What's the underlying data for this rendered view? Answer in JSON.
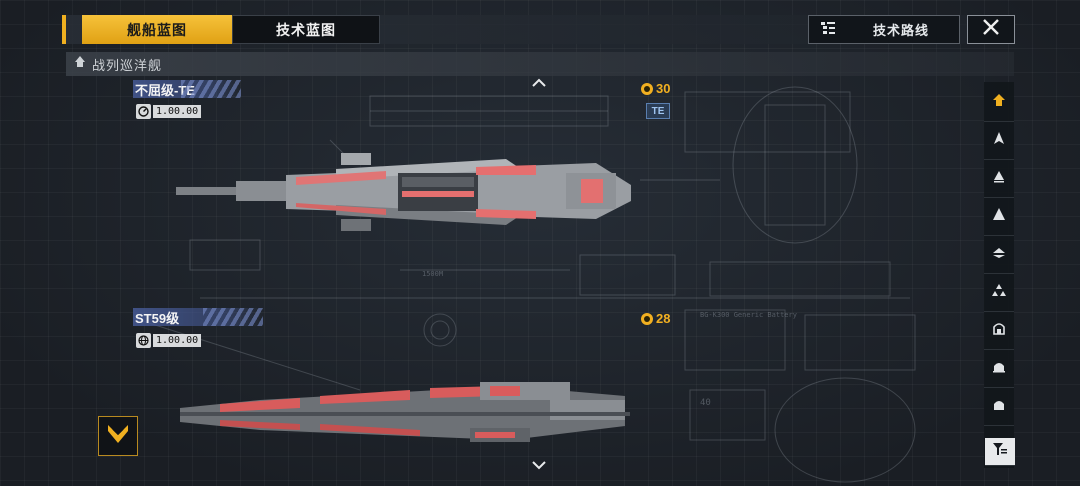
{
  "tabs": [
    {
      "label": "舰船蓝图",
      "active": true
    },
    {
      "label": "技术蓝图",
      "active": false
    }
  ],
  "route_button": {
    "label": "技术路线",
    "icon": "tree-list-icon"
  },
  "close_icon": "close-icon",
  "category": {
    "label": "战列巡洋舰",
    "icon": "battlecruiser-icon"
  },
  "ships": [
    {
      "name": "不屈级-TE",
      "stat_value": "1.00.00",
      "cost": "30",
      "badge": "TE"
    },
    {
      "name": "ST59级",
      "stat_value": "1.00.00",
      "cost": "28"
    }
  ],
  "blueprint_labels": {
    "length": "1500M",
    "battery": "BG-K300 Generic Battery",
    "distance": "40",
    "overlay": "Generic Battery"
  },
  "colors": {
    "accent": "#f0b020",
    "badge_blue": "#5a7fb0",
    "hull_red": "#e05a5a"
  },
  "sidebar": {
    "filter_icon": "filter-icon",
    "items": 9
  }
}
